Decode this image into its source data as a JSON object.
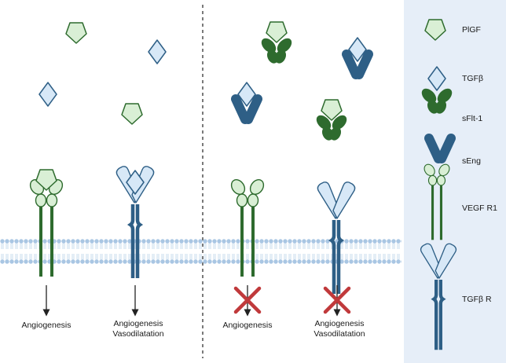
{
  "legend": {
    "items": [
      {
        "key": "plgf",
        "label": "PlGF"
      },
      {
        "key": "tgfb",
        "label": "TGFβ"
      },
      {
        "key": "sflt1",
        "label": "sFlt-1"
      },
      {
        "key": "seng",
        "label": "sEng"
      },
      {
        "key": "vegfr1",
        "label": "VEGF R1"
      },
      {
        "key": "tgfbr",
        "label": "TGFβ R"
      }
    ]
  },
  "outcomes": {
    "left_vegf": [
      "Angiogenesis"
    ],
    "left_tgf": [
      "Angiogenesis",
      "Vasodilatation"
    ],
    "right_vegf": [
      "Angiogenesis"
    ],
    "right_tgf": [
      "Angiogenesis",
      "Vasodilatation"
    ]
  },
  "colors": {
    "green_dark": "#2e6b2e",
    "green_light": "#d9efd5",
    "blue_dark": "#2e5f86",
    "blue_light": "#d7e8f7",
    "legend_bg": "#e6eef8",
    "membrane": "#a9c6e3",
    "block_x": "#c0393b"
  }
}
